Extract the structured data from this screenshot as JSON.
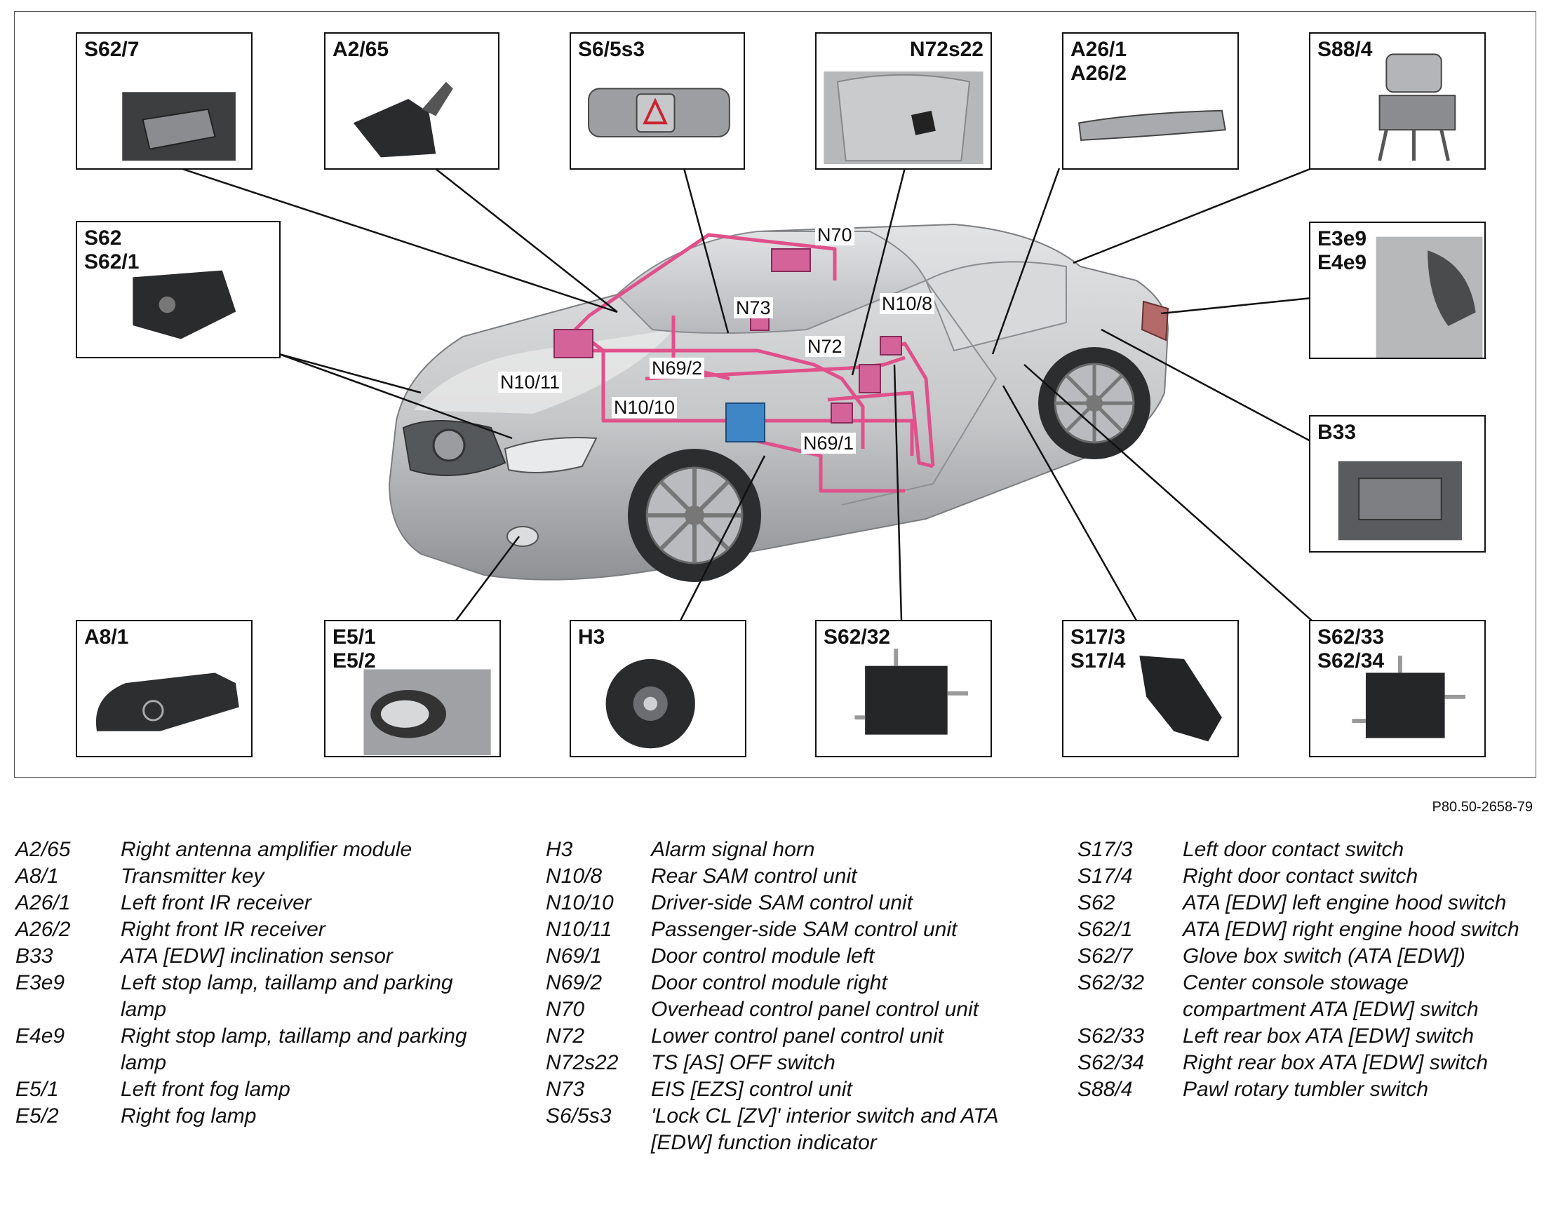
{
  "colors": {
    "wire": "#e0508a",
    "leader": "#111111",
    "car": "#c4c6c8"
  },
  "boxes": {
    "s62_7": "S62/7",
    "a2_65": "A2/65",
    "s6_5s3": "S6/5s3",
    "n72s22": "N72s22",
    "a26": "A26/1\nA26/2",
    "s88_4": "S88/4",
    "s62": "S62\nS62/1",
    "e3e9": "E3e9\nE4e9",
    "b33": "B33",
    "a8_1": "A8/1",
    "e5": "E5/1\nE5/2",
    "h3": "H3",
    "s62_32": "S62/32",
    "s17": "S17/3\nS17/4",
    "s62_33": "S62/33\nS62/34"
  },
  "callouts": {
    "n70": "N70",
    "n73": "N73",
    "n10_8": "N10/8",
    "n72": "N72",
    "n10_11": "N10/11",
    "n69_2": "N69/2",
    "n10_10": "N10/10",
    "n69_1": "N69/1"
  },
  "reference": "P80.50-2658-79",
  "legend": {
    "col1": [
      {
        "code": "A2/65",
        "desc": "Right antenna amplifier module"
      },
      {
        "code": "A8/1",
        "desc": "Transmitter key"
      },
      {
        "code": "A26/1",
        "desc": "Left front IR receiver"
      },
      {
        "code": "A26/2",
        "desc": "Right front IR receiver"
      },
      {
        "code": "B33",
        "desc": "ATA [EDW] inclination sensor"
      },
      {
        "code": "E3e9",
        "desc": "Left stop lamp, taillamp and parking lamp"
      },
      {
        "code": "E4e9",
        "desc": "Right stop lamp, taillamp and parking lamp"
      },
      {
        "code": "E5/1",
        "desc": "Left front fog lamp"
      },
      {
        "code": "E5/2",
        "desc": "Right fog lamp"
      }
    ],
    "col2": [
      {
        "code": "H3",
        "desc": "Alarm signal horn"
      },
      {
        "code": "N10/8",
        "desc": "Rear SAM control unit"
      },
      {
        "code": "N10/10",
        "desc": "Driver-side SAM control unit"
      },
      {
        "code": "N10/11",
        "desc": "Passenger-side SAM control unit"
      },
      {
        "code": "N69/1",
        "desc": "Door control module left"
      },
      {
        "code": "N69/2",
        "desc": "Door control module right"
      },
      {
        "code": "N70",
        "desc": "Overhead control panel control unit"
      },
      {
        "code": "N72",
        "desc": "Lower control panel control unit"
      },
      {
        "code": "N72s22",
        "desc": "TS [AS] OFF switch"
      },
      {
        "code": "N73",
        "desc": "EIS [EZS] control unit"
      },
      {
        "code": "S6/5s3",
        "desc": "'Lock CL [ZV]' interior switch and ATA [EDW] function indicator"
      }
    ],
    "col3": [
      {
        "code": "S17/3",
        "desc": "Left door contact switch"
      },
      {
        "code": "S17/4",
        "desc": "Right door contact switch"
      },
      {
        "code": "S62",
        "desc": "ATA [EDW] left engine hood switch"
      },
      {
        "code": "S62/1",
        "desc": "ATA [EDW] right engine hood switch"
      },
      {
        "code": "S62/7",
        "desc": "Glove box switch (ATA [EDW])"
      },
      {
        "code": "S62/32",
        "desc": "Center console stowage compartment ATA [EDW] switch"
      },
      {
        "code": "S62/33",
        "desc": "Left rear box ATA [EDW] switch"
      },
      {
        "code": "S62/34",
        "desc": "Right rear box ATA [EDW] switch"
      },
      {
        "code": "S88/4",
        "desc": "Pawl rotary tumbler switch"
      }
    ]
  }
}
